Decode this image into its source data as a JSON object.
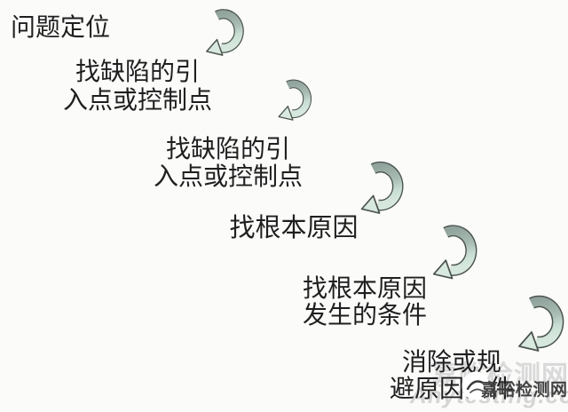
{
  "diagram": {
    "title_semantic": "defect-analysis staircase flow",
    "background_color": "#fbfbfa",
    "text_color": "#1f1f1f",
    "steps": [
      {
        "lines": [
          "问题定位"
        ]
      },
      {
        "lines": [
          "找缺陷的引",
          "入点或控制点"
        ]
      },
      {
        "lines": [
          "找缺陷的引",
          "入点或控制点"
        ]
      },
      {
        "lines": [
          "找根本原因"
        ]
      },
      {
        "lines": [
          "找根本原因",
          "发生的条件"
        ]
      },
      {
        "lines": [
          "消除或规",
          "避原因条件"
        ]
      }
    ],
    "arrows": {
      "count": 5,
      "shape": "curved-swoosh-arrow, clockwise curl, arrowhead pointing down-left",
      "colors": {
        "band_top": "#90a39c",
        "band_bottom": "#d6e8de",
        "head_fill": "#d8e9df",
        "outline": "#4c544f"
      }
    }
  },
  "watermark": {
    "brand_large": "嘉峪检测网",
    "brand_small": "嘉峪检测网",
    "domain_text": "Anytesting.com",
    "colors": {
      "large_text": "#c3c3c3",
      "domain_text": "#bdbdbd",
      "small_text": "#414141",
      "logo_fill": "#ffffff"
    }
  }
}
